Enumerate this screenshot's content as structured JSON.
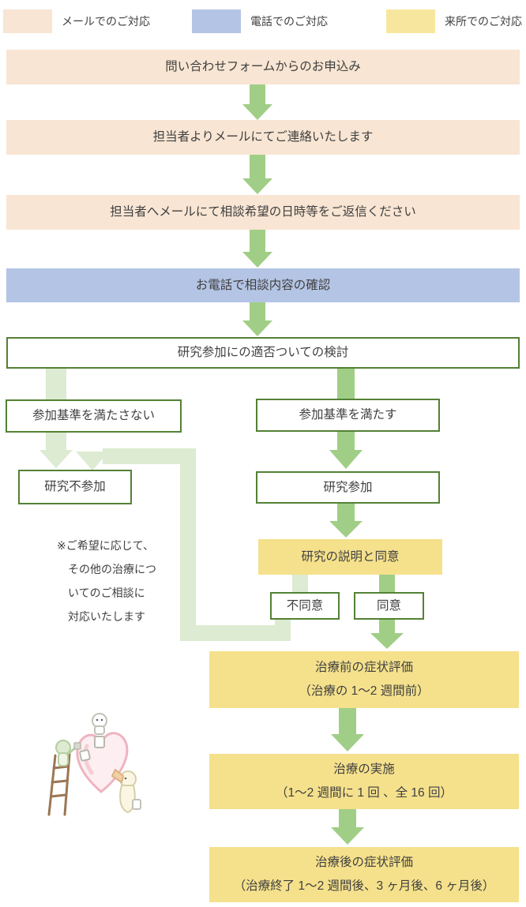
{
  "legend": {
    "items": [
      {
        "label": "メールでのご対応",
        "color_key": "mail"
      },
      {
        "label": "電話でのご対応",
        "color_key": "phone"
      },
      {
        "label": "来所でのご対応",
        "color_key": "visit_legend"
      }
    ]
  },
  "flow": {
    "step_apply": "問い合わせフォームからのお申込み",
    "step_reply": "担当者よりメールにてご連絡いたします",
    "step_send_schedule": "担当者へメールにて相談希望の日時等をご返信ください",
    "step_phone_check": "お電話で相談内容の確認",
    "step_review": "研究参加にの適否ついての検討",
    "not_eligible": "参加基準を満たさない",
    "eligible": "参加基準を満たす",
    "no_participation": "研究不参加",
    "participation": "研究参加",
    "consent": "研究の説明と同意",
    "disagree": "不同意",
    "agree": "同意",
    "pre_treatment": {
      "line1": "治療前の症状評価",
      "line2": "（治療の 1～2 週間前）"
    },
    "treatment": {
      "line1": "治療の実施",
      "line2": "（1～2 週間に 1 回 、全 16 回）"
    },
    "post_treatment": {
      "line1": "治療後の症状評価",
      "line2": "（治療終了 1～2 週間後、3 ヶ月後、6 ヶ月後）"
    }
  },
  "note": {
    "line1": "※ご希望に応じて、",
    "line2": "その他の治療につ",
    "line3": "いてのご相談に",
    "line4": "対応いたします"
  },
  "colors": {
    "mail": "#F8E5D3",
    "phone": "#B4C4E4",
    "visit_legend": "#F7E79E",
    "visit_box": "#F5E18C",
    "arrow_green": "#A0CE86",
    "arrow_pale": "#DCEBD1",
    "box_border": "#538135",
    "text": "#3F3F3F"
  }
}
